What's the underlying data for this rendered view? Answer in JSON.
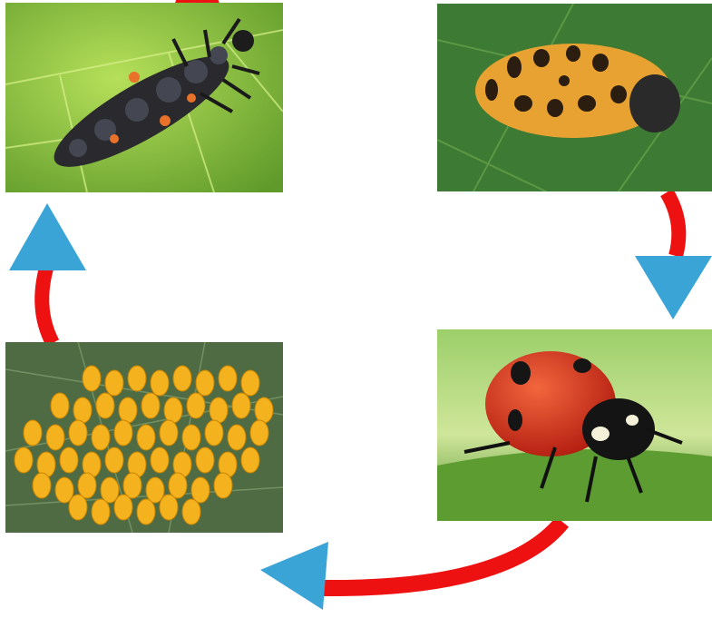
{
  "diagram": {
    "stages": [
      {
        "id": "larva",
        "image": "ladybug-larva-on-leaf"
      },
      {
        "id": "pupa",
        "image": "ladybug-pupa-on-leaf"
      },
      {
        "id": "adult",
        "image": "adult-ladybug-on-leaf"
      },
      {
        "id": "eggs",
        "image": "ladybug-eggs-on-leaf"
      }
    ],
    "cycle_order": [
      "eggs",
      "larva",
      "pupa",
      "adult",
      "eggs"
    ],
    "colors": {
      "arrow_shaft": "#ee1111",
      "arrow_head": "#3aa4d6",
      "leaf_light": "#8cc63f",
      "leaf_dark": "#3f7a2e",
      "egg": "#f5b21f",
      "ladybug_red": "#d8321c"
    }
  }
}
